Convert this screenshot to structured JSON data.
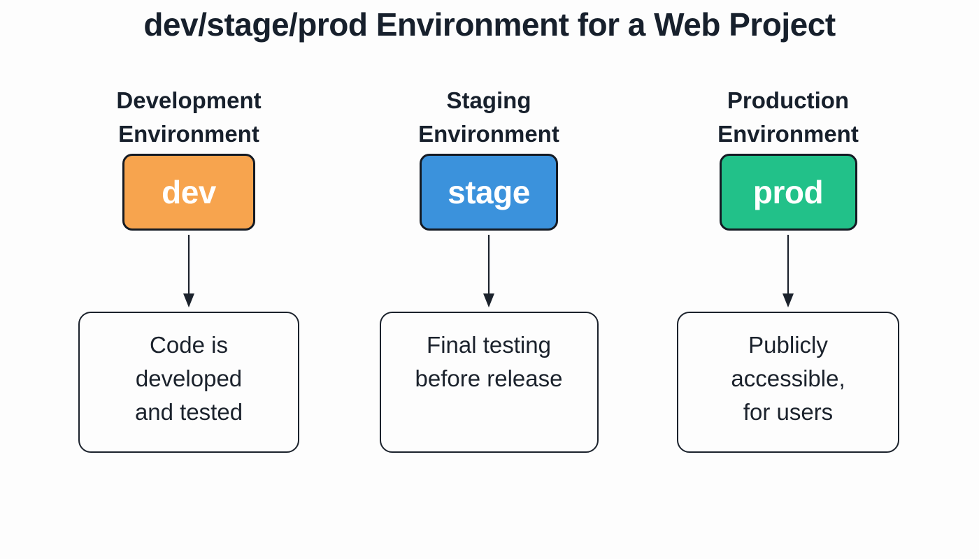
{
  "title": "dev/stage/prod Environment for a Web Project",
  "background_color": "#fdfdfd",
  "text_color": "#1b222c",
  "columns": [
    {
      "header": "Development\nEnvironment",
      "env_label": "dev",
      "env_color": "#f7a44e",
      "description": "Code is\ndeveloped\nand tested",
      "arrow": "down-arrow-icon"
    },
    {
      "header": "Staging\nEnvironment",
      "env_label": "stage",
      "env_color": "#3b92dc",
      "description": "Final testing\nbefore release",
      "arrow": "down-arrow-icon"
    },
    {
      "header": "Production\nEnvironment",
      "env_label": "prod",
      "env_color": "#22c189",
      "description": "Publicly\naccessible,\nfor users",
      "arrow": "down-arrow-icon"
    }
  ]
}
